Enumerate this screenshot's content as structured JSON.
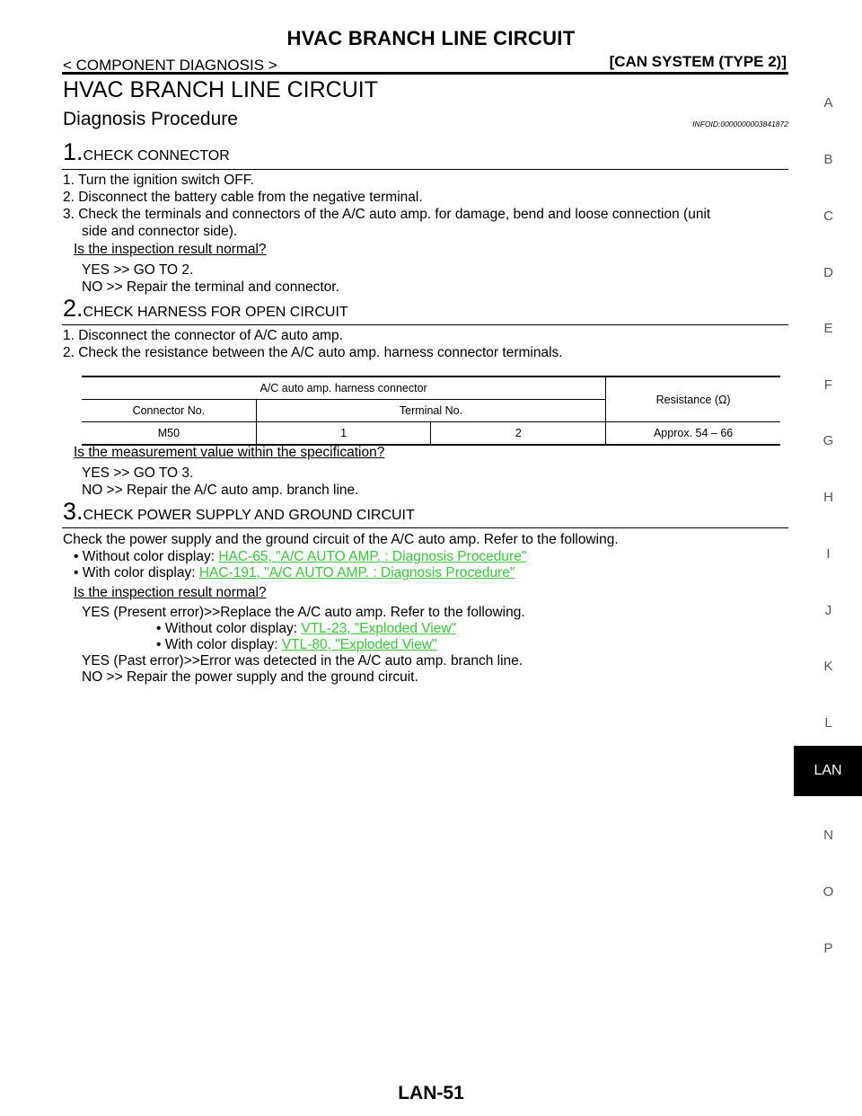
{
  "header": {
    "title": "HVAC BRANCH LINE CIRCUIT",
    "breadcrumb": "< COMPONENT DIAGNOSIS >",
    "system": "[CAN SYSTEM (TYPE 2)]"
  },
  "page_title": "HVAC BRANCH LINE CIRCUIT",
  "section": {
    "title": "Diagnosis Procedure",
    "infoid": "INFOID:0000000003841872"
  },
  "step1": {
    "num": "1.",
    "title": "CHECK CONNECTOR",
    "items": [
      "1.   Turn the ignition switch OFF.",
      "2.   Disconnect the battery cable from the negative terminal.",
      "3.   Check the terminals and connectors of the A/C auto amp. for damage, bend and loose connection (unit",
      "side and connector side)."
    ],
    "question": "Is the inspection result normal?",
    "yes": "YES      >> GO TO 2.",
    "no": "NO        >> Repair the terminal and connector."
  },
  "step2": {
    "num": "2.",
    "title": "CHECK HARNESS FOR OPEN CIRCUIT",
    "items": [
      "1.   Disconnect the connector of A/C auto amp.",
      "2.   Check the resistance between the A/C auto amp. harness connector terminals."
    ],
    "table": {
      "group_header": "A/C auto amp. harness connector",
      "resistance_header": "Resistance (Ω)",
      "connector_header": "Connector No.",
      "terminal_header": "Terminal No.",
      "row": {
        "connector": "M50",
        "terminal_a": "1",
        "terminal_b": "2",
        "resistance": "Approx. 54 – 66"
      }
    },
    "question": "Is the measurement value within the specification?",
    "yes": "YES      >> GO TO 3.",
    "no": "NO        >> Repair the A/C auto amp. branch line."
  },
  "step3": {
    "num": "3.",
    "title": "CHECK POWER SUPPLY AND GROUND CIRCUIT",
    "intro": "Check the power supply and the ground circuit of the A/C auto amp. Refer to the following.",
    "bullet1_label": "• Without color display: ",
    "bullet1_link": "HAC-65, \"A/C AUTO AMP. : Diagnosis Procedure\"",
    "bullet2_label": "• With color display: ",
    "bullet2_link": "HAC-191, \"A/C AUTO AMP. : Diagnosis Procedure\"",
    "question": "Is the inspection result normal?",
    "yes_present": "YES (Present error)>>Replace the A/C auto amp. Refer to the following.",
    "sub1_label": "• Without color display: ",
    "sub1_link": "VTL-23, \"Exploded View\"",
    "sub2_label": "• With color display: ",
    "sub2_link": "VTL-80, \"Exploded View\"",
    "yes_past": "YES (Past error)>>Error was detected in the A/C auto amp. branch line.",
    "no": "NO        >> Repair the power supply and the ground circuit."
  },
  "side_index": [
    "A",
    "B",
    "C",
    "D",
    "E",
    "F",
    "G",
    "H",
    "I",
    "J",
    "K",
    "L",
    "N",
    "O",
    "P"
  ],
  "active_tab": "LAN",
  "footer": "LAN-51",
  "colors": {
    "link": "#33cc33",
    "tab_bg": "#000000",
    "tab_fg": "#ffffff"
  }
}
